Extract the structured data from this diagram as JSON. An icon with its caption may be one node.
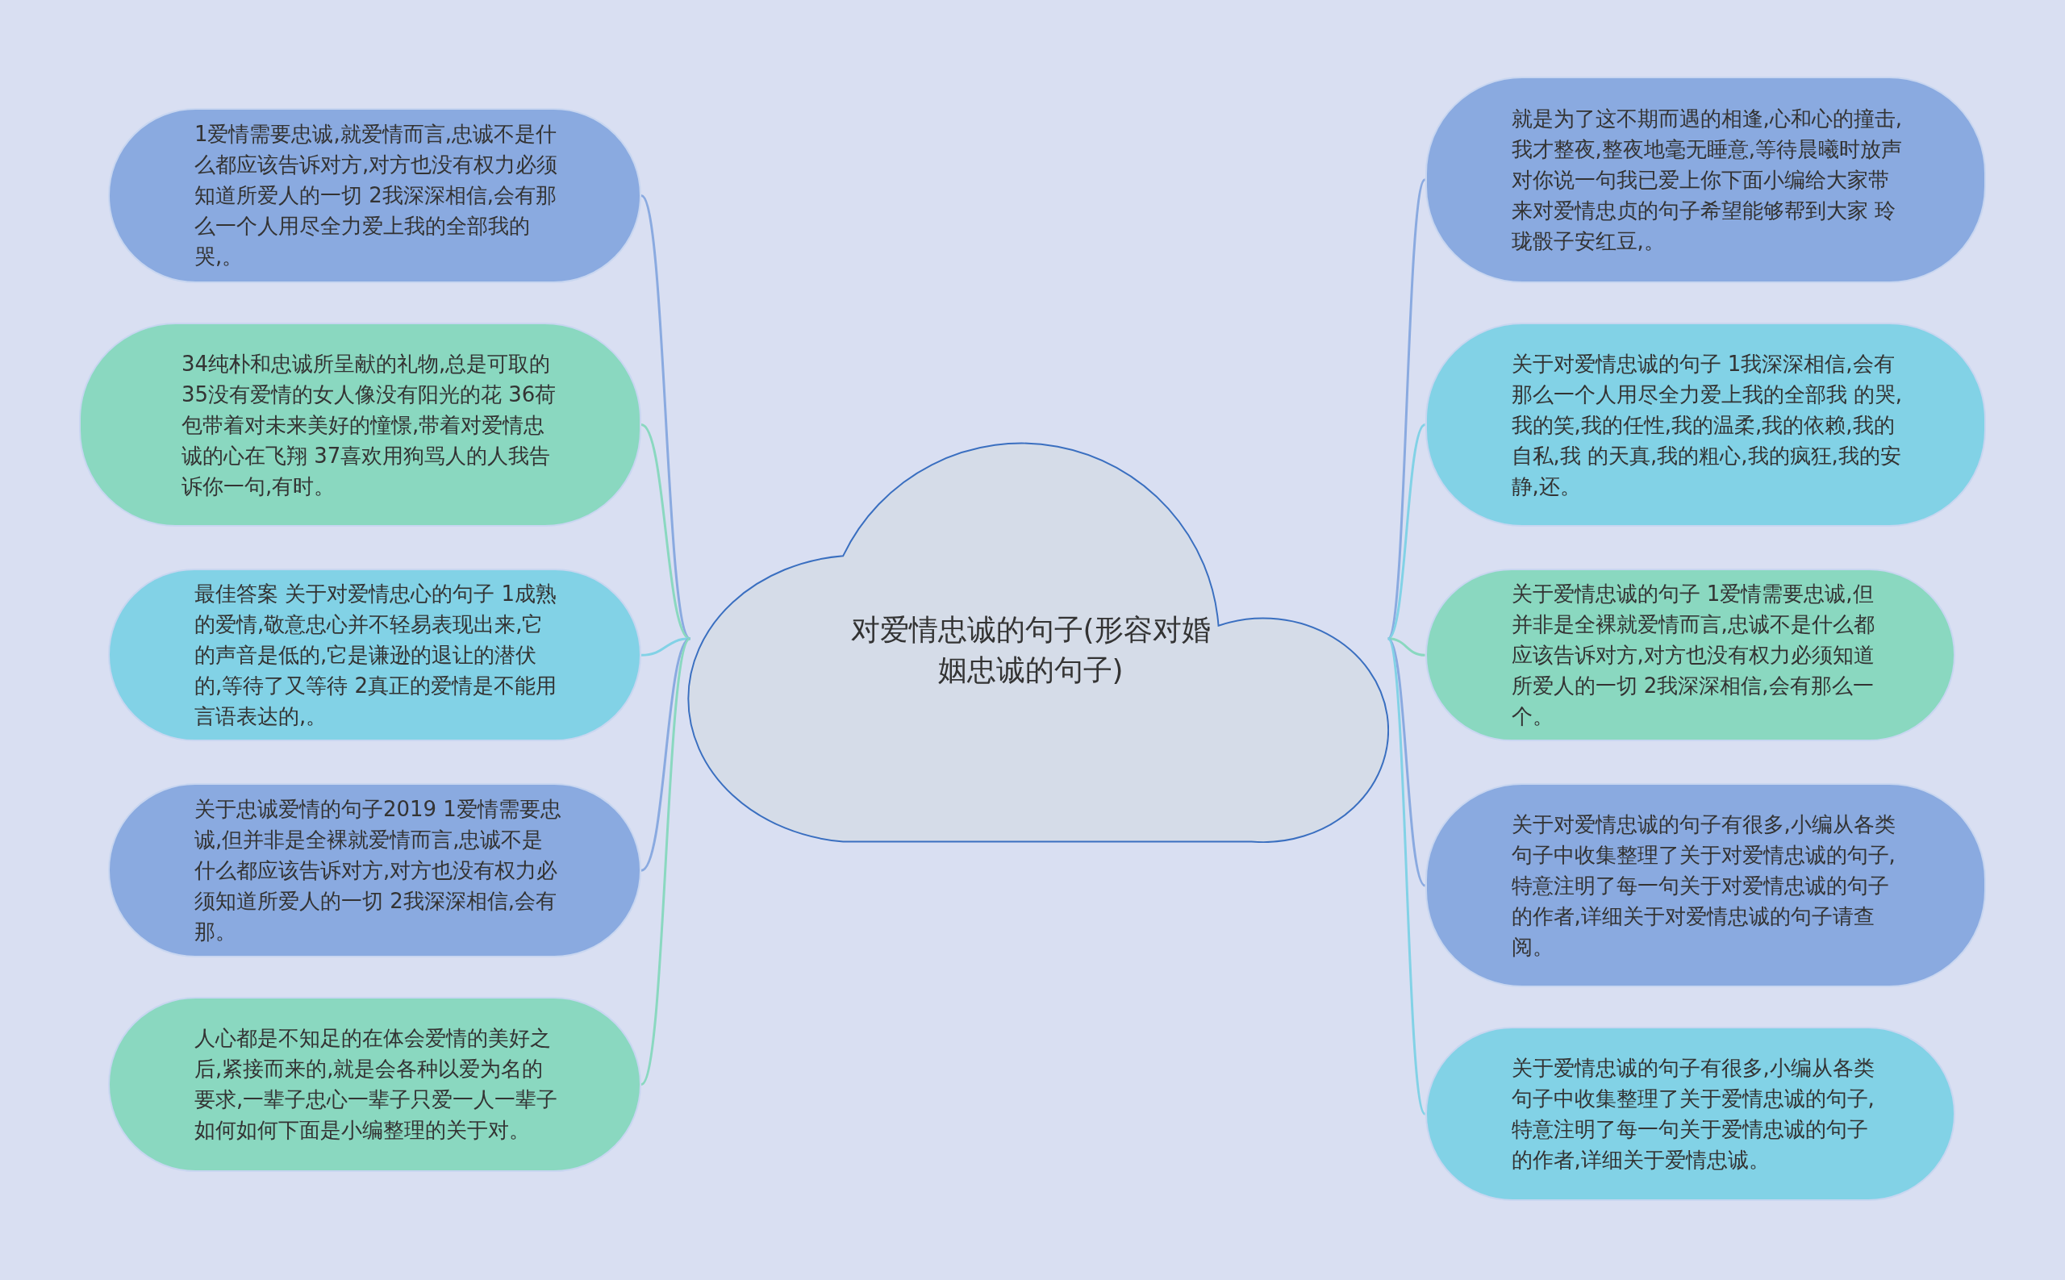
{
  "diagram": {
    "nodes": [
      {
        "text": [
          "对爱情忠诚的句子(形容对婚姻忠诚的句子)"
        ]
      },
      {
        "text": [
          "1爱情需要忠诚,就爱情而言,忠诚不是什么都应该告诉对方,对方也没有权力必须知道所爱人的一切 2我深深相信,会有那么一个人用尽全力爱上我的全部我的哭,。"
        ]
      },
      {
        "text": [
          "34纯朴和忠诚所呈献的礼物,总是可取的 35没有爱情的女人像没有阳光的花 36荷包带着对未来美好的憧憬,带着对爱情忠诚的心在飞翔 37喜欢用狗骂人的人我告诉你一句,有时。"
        ]
      },
      {
        "text": [
          "最佳答案 关于对爱情忠心的句子 1成熟的爱情,敬意忠心并不轻易表现出来,它的声音是低的,它是谦逊的退让的潜伏的,等待了又等待 2真正的爱情是不能用言语表达的,。"
        ]
      },
      {
        "text": [
          "关于忠诚爱情的句子2019 1爱情需要忠诚,但并非是全裸就爱情而言,忠诚不是什么都应该告诉对方,对方也没有权力必须知道所爱人的一切 2我深深相信,会有那。"
        ]
      },
      {
        "text": [
          "人心都是不知足的在体会爱情的美好之后,紧接而来的,就是会各种以爱为名的要求,一辈子忠心一辈子只爱一人一辈子如何如何下面是小编整理的关于对。"
        ]
      },
      {
        "text": [
          "就是为了这不期而遇的相逢,心和心的撞击,我才整夜,整夜地毫无睡意,等待晨曦时放声对你说一句我已爱上你下面小编给大家带来对爱情忠贞的句子希望能够帮到大家 玲珑骰子安红豆,。"
        ]
      },
      {
        "text": [
          "关于对爱情忠诚的句子 1我深深相信,会有那么一个人用尽全力爱上我的全部我 的哭,我的笑,我的任性,我的温柔,我的依赖,我的自私,我 的天真,我的粗心,我的疯狂,我的安静,还。"
        ]
      },
      {
        "text": [
          "关于爱情忠诚的句子 1爱情需要忠诚,但并非是全裸就爱情而言,忠诚不是什么都应该告诉对方,对方也没有权力必须知道所爱人的一切 2我深深相信,会有那么一个。"
        ]
      },
      {
        "text": [
          "关于对爱情忠诚的句子有很多,小编从各类句子中收集整理了关于对爱情忠诚的句子,特意注明了每一句关于对爱情忠诚的句子的作者,详细关于对爱情忠诚的句子请查阅。"
        ]
      },
      {
        "text": [
          "关于爱情忠诚的句子有很多,小编从各类句子中收集整理了关于爱情忠诚的句子,特意注明了每一句关于爱情忠诚的句子的作者,详细关于爱情忠诚。"
        ]
      }
    ],
    "edges": [
      {
        "from": 0,
        "to": 1,
        "arrow": "none",
        "color": "#8aaae0"
      },
      {
        "from": 0,
        "to": 2,
        "arrow": "none",
        "color": "#8ad8c0"
      },
      {
        "from": 0,
        "to": 3,
        "arrow": "none",
        "color": "#82d2e6"
      },
      {
        "from": 0,
        "to": 4,
        "arrow": "none",
        "color": "#8aaae0"
      },
      {
        "from": 0,
        "to": 5,
        "arrow": "none",
        "color": "#8ad8c0"
      },
      {
        "from": 0,
        "to": 6,
        "arrow": "none",
        "color": "#8aaae0"
      },
      {
        "from": 0,
        "to": 7,
        "arrow": "none",
        "color": "#82d2e6"
      },
      {
        "from": 0,
        "to": 8,
        "arrow": "none",
        "color": "#8ad8c0"
      },
      {
        "from": 0,
        "to": 9,
        "arrow": "none",
        "color": "#8aaae0"
      },
      {
        "from": 0,
        "to": 10,
        "arrow": "none",
        "color": "#82d2e6"
      }
    ]
  }
}
